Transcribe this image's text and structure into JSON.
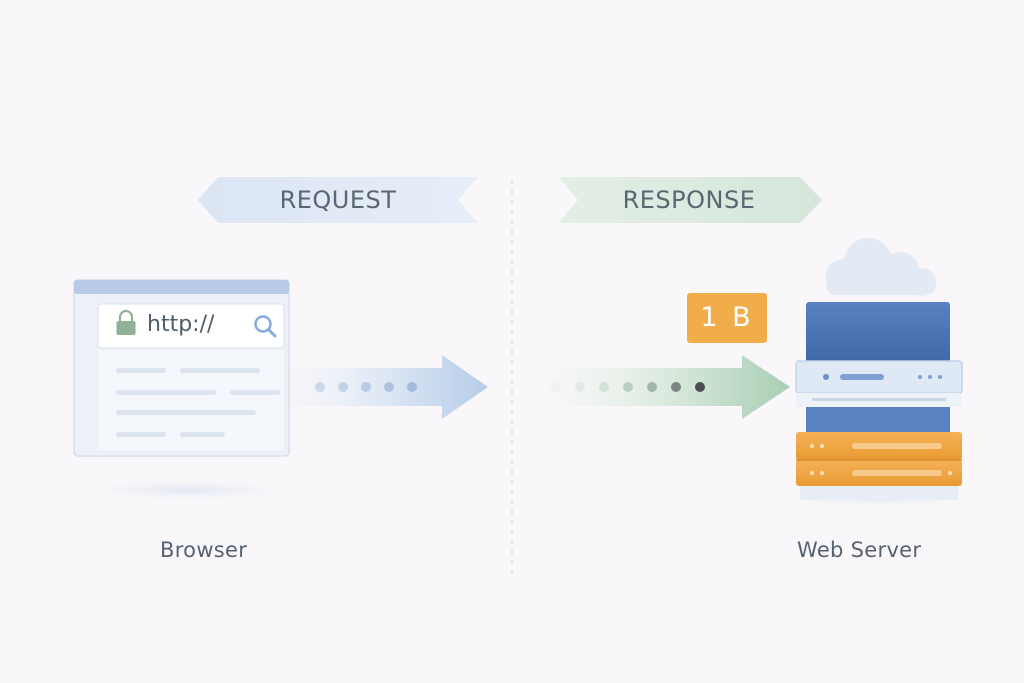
{
  "banners": {
    "request_label": "REQUEST",
    "response_label": "RESPONSE"
  },
  "browser": {
    "caption": "Browser",
    "address_text": "http://",
    "icons": [
      "lock-icon",
      "search-icon"
    ]
  },
  "server": {
    "caption": "Web Server",
    "icons": [
      "cloud-icon",
      "server-rack-icon"
    ]
  },
  "response_badge": {
    "text": "1 B"
  },
  "colors": {
    "background": "#f9f7f9",
    "request": "#c9d9ee",
    "response": "#cfe3d4",
    "server_blue": "#4a73b5",
    "server_orange": "#f0a43c",
    "badge": "#f2ad4b",
    "text": "#566270"
  }
}
